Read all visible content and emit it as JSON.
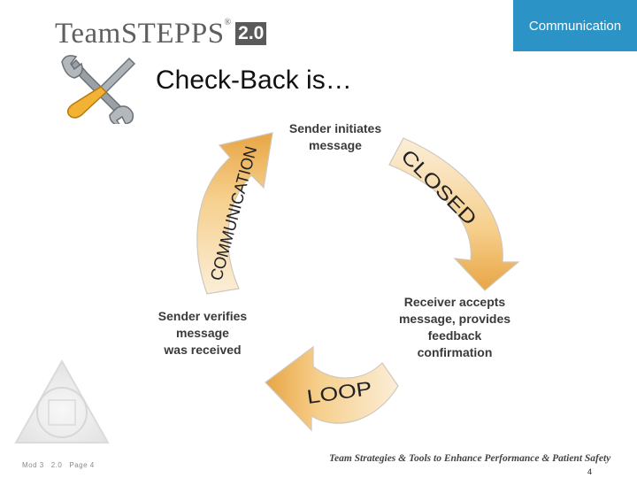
{
  "header": {
    "logo_text": "TeamSTEPPS",
    "logo_reg": "®",
    "logo_version": "2.0",
    "section_label": "Communication"
  },
  "slide": {
    "title": "Check-Back is…"
  },
  "diagram": {
    "steps": {
      "sender_initiates": [
        "Sender initiates",
        "message"
      ],
      "receiver_accepts": [
        "Receiver accepts",
        "message, provides",
        "feedback",
        "confirmation"
      ],
      "sender_verifies": [
        "Sender verifies",
        "message",
        "was received"
      ]
    },
    "arrow_words": {
      "top_left": "COMMUNICATION",
      "right": "CLOSED",
      "bottom": "LOOP"
    },
    "colors": {
      "arrow_light": "#fbeed8",
      "arrow_mid": "#f6cf8c",
      "arrow_dark": "#e8a544",
      "arrow_outline": "#cfc7bb"
    }
  },
  "footer": {
    "module": "Mod 3",
    "version": "2.0",
    "page": "Page 4",
    "tagline": "Team Strategies & Tools to Enhance Performance & Patient Safety",
    "slide_number": "4"
  }
}
